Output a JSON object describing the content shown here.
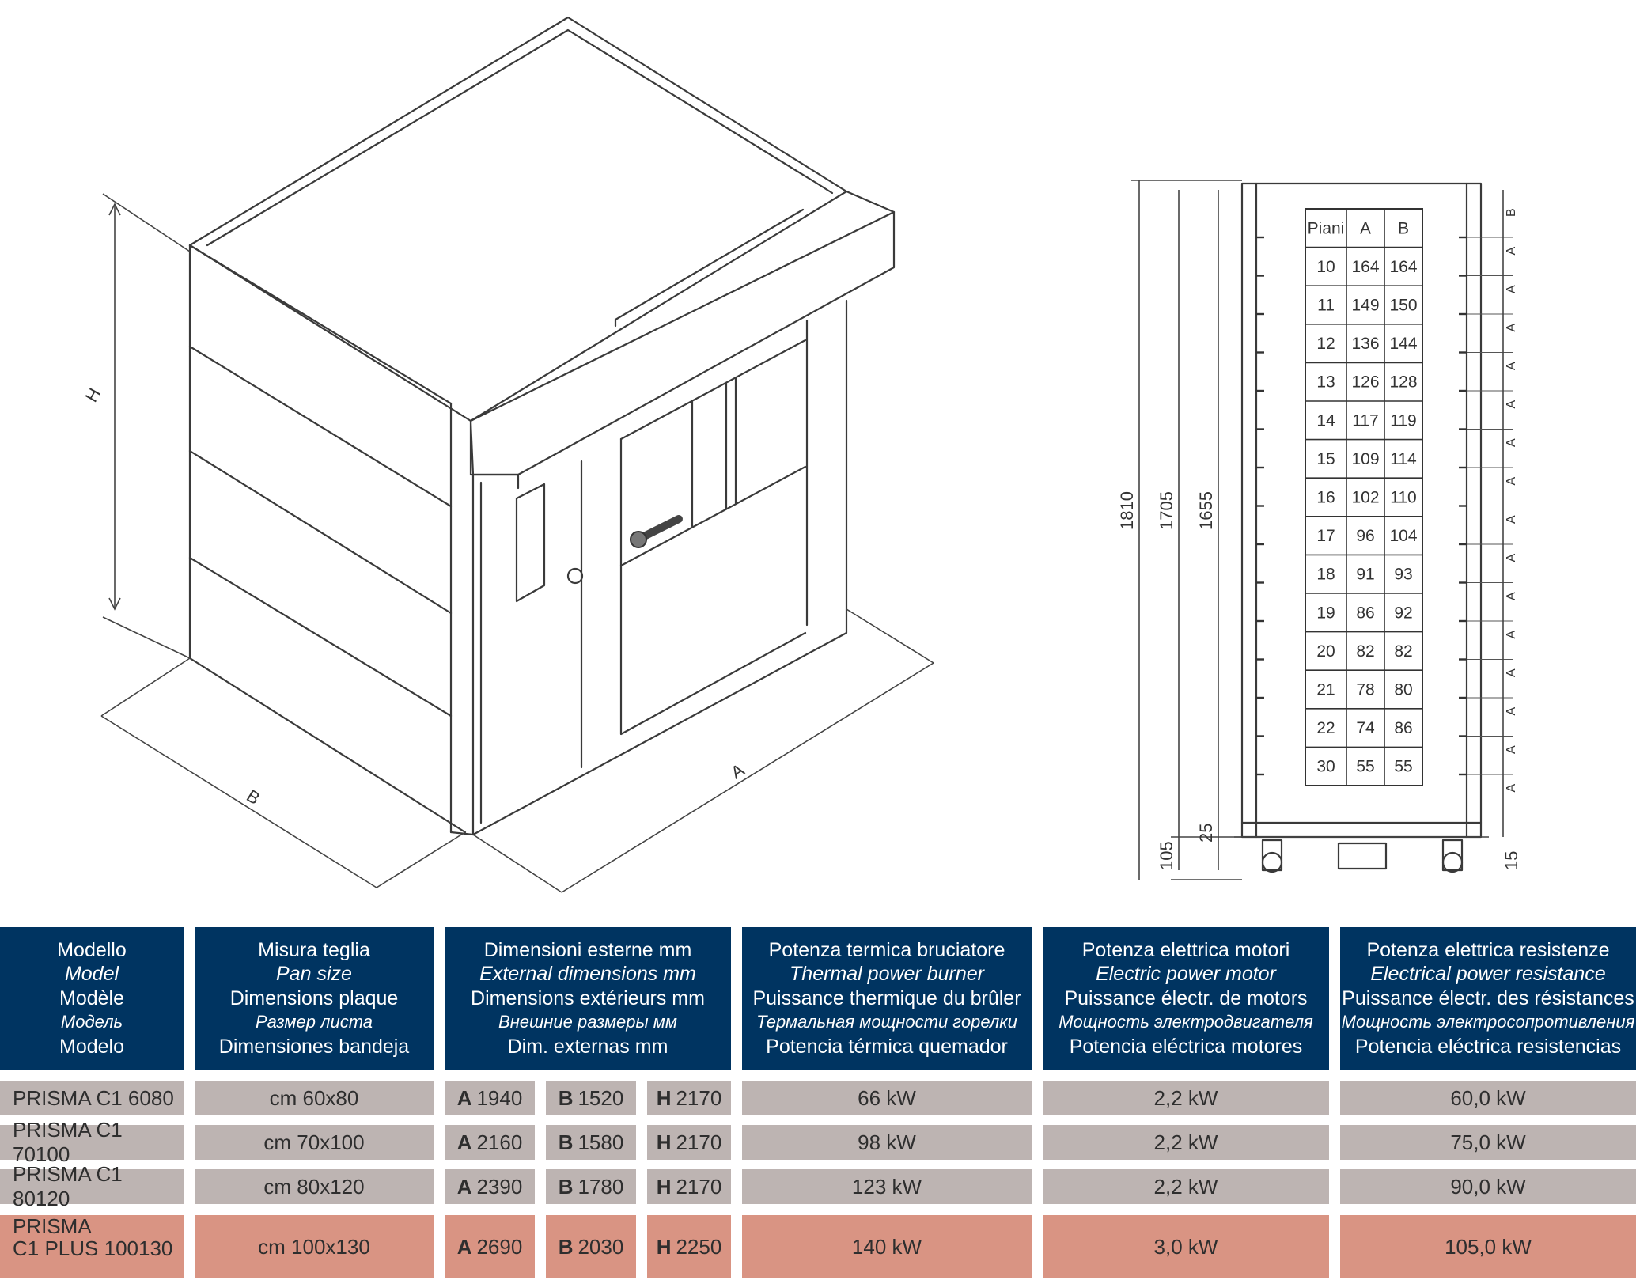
{
  "iso_view": {
    "dim_labels": {
      "h": "H",
      "b": "B",
      "a": "A"
    }
  },
  "side_view": {
    "dims": {
      "d1810": "1810",
      "d1705": "1705",
      "d1655": "1655",
      "d105": "105",
      "d25": "25",
      "d15": "15"
    },
    "pitch_labels": {
      "top": "B",
      "other": "A"
    },
    "tray_table": {
      "headers": [
        "Piani",
        "A",
        "B"
      ],
      "rows": [
        [
          "10",
          "164",
          "164"
        ],
        [
          "11",
          "149",
          "150"
        ],
        [
          "12",
          "136",
          "144"
        ],
        [
          "13",
          "126",
          "128"
        ],
        [
          "14",
          "117",
          "119"
        ],
        [
          "15",
          "109",
          "114"
        ],
        [
          "16",
          "102",
          "110"
        ],
        [
          "17",
          "96",
          "104"
        ],
        [
          "18",
          "91",
          "93"
        ],
        [
          "19",
          "86",
          "92"
        ],
        [
          "20",
          "82",
          "82"
        ],
        [
          "21",
          "78",
          "80"
        ],
        [
          "22",
          "74",
          "86"
        ],
        [
          "30",
          "55",
          "55"
        ]
      ]
    }
  },
  "spec_table": {
    "headers": [
      {
        "it": "Modello",
        "en": "Model",
        "fr": "Modèle",
        "ru": "Модель",
        "es": "Modelo"
      },
      {
        "it": "Misura teglia",
        "en": "Pan size",
        "fr": "Dimensions plaque",
        "ru": "Размер листа",
        "es": "Dimensiones bandeja"
      },
      {
        "it": "Dimensioni esterne mm",
        "en": "External dimensions mm",
        "fr": "Dimensions extérieurs mm",
        "ru": "Внешние размеры мм",
        "es": "Dim. externas mm"
      },
      {
        "it": "Potenza termica bruciatore",
        "en": "Thermal power burner",
        "fr": "Puissance thermique du brûler",
        "ru": "Термальная мощности горелки",
        "es": "Potencia térmica quemador"
      },
      {
        "it": "Potenza elettrica motori",
        "en": "Electric power motor",
        "fr": "Puissance électr. de motors",
        "ru": "Мощность электродвигателя",
        "es": "Potencia eléctrica motores"
      },
      {
        "it": "Potenza elettrica resistenze",
        "en": "Electrical power resistance",
        "fr": "Puissance électr. des résistances",
        "ru": "Мощность электросопротивления",
        "es": "Potencia eléctrica resistencias"
      }
    ],
    "dim_letters": {
      "a": "A",
      "b": "B",
      "h": "H"
    },
    "rows": [
      {
        "model": "PRISMA C1 6080",
        "pan": "cm 60x80",
        "a": "1940",
        "b": "1520",
        "h": "2170",
        "thermal": "66 kW",
        "motor": "2,2 kW",
        "resistance": "60,0 kW"
      },
      {
        "model": "PRISMA C1 70100",
        "pan": "cm 70x100",
        "a": "2160",
        "b": "1580",
        "h": "2170",
        "thermal": "98 kW",
        "motor": "2,2 kW",
        "resistance": "75,0 kW"
      },
      {
        "model": "PRISMA C1 80120",
        "pan": "cm 80x120",
        "a": "2390",
        "b": "1780",
        "h": "2170",
        "thermal": "123 kW",
        "motor": "2,2 kW",
        "resistance": "90,0 kW"
      },
      {
        "model_line1": "PRISMA",
        "model_line2": "C1 PLUS 100130",
        "pan": "cm 100x130",
        "a": "2690",
        "b": "2030",
        "h": "2250",
        "thermal": "140 kW",
        "motor": "3,0 kW",
        "resistance": "105,0 kW"
      }
    ],
    "colors": {
      "header": "#003461",
      "row": "#bdb4b2",
      "highlight": "#d99483"
    }
  }
}
